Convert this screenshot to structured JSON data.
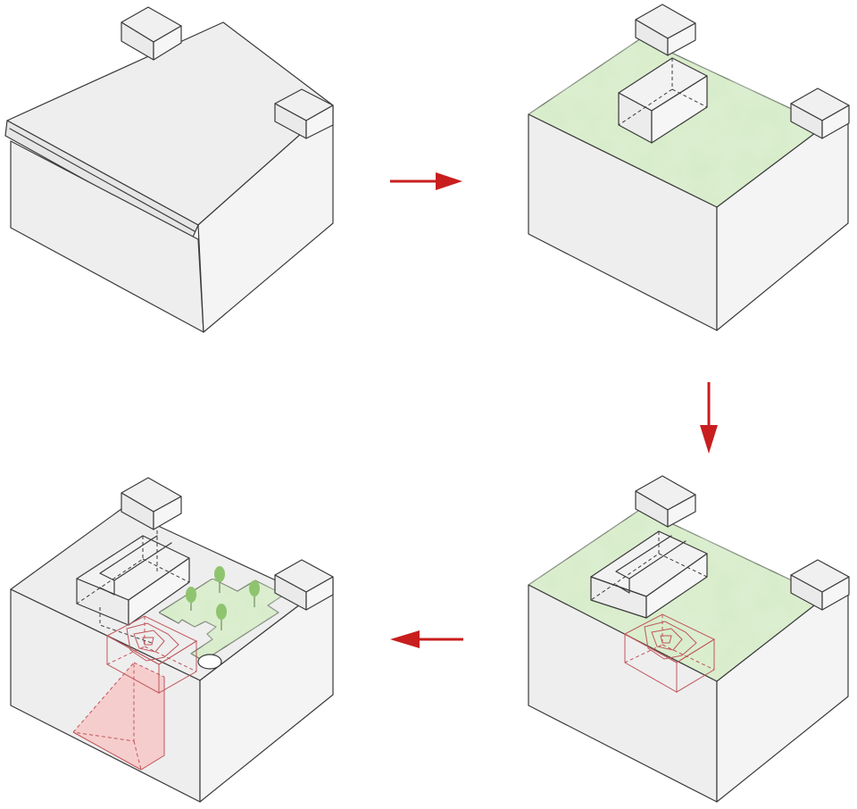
{
  "diagram": {
    "steps": [
      {
        "id": "step-1",
        "description": ""
      },
      {
        "id": "step-2",
        "description": ""
      },
      {
        "id": "step-3",
        "description": ""
      },
      {
        "id": "step-4",
        "description": ""
      }
    ],
    "colors": {
      "box_face": "#eeeeee",
      "box_side": "#f2f2f2",
      "roof_green": "#d6ebc7",
      "red_volume": "#f6c9c9",
      "red_volume_dark": "#efb6b6",
      "arrow": "#c81e1e",
      "tree": "#8fc46f",
      "stroke": "#3a3a3a"
    },
    "arrows": [
      {
        "from": "step-1",
        "to": "step-2",
        "direction": "right"
      },
      {
        "from": "step-2",
        "to": "step-3",
        "direction": "down"
      },
      {
        "from": "step-3",
        "to": "step-4",
        "direction": "left"
      }
    ]
  }
}
